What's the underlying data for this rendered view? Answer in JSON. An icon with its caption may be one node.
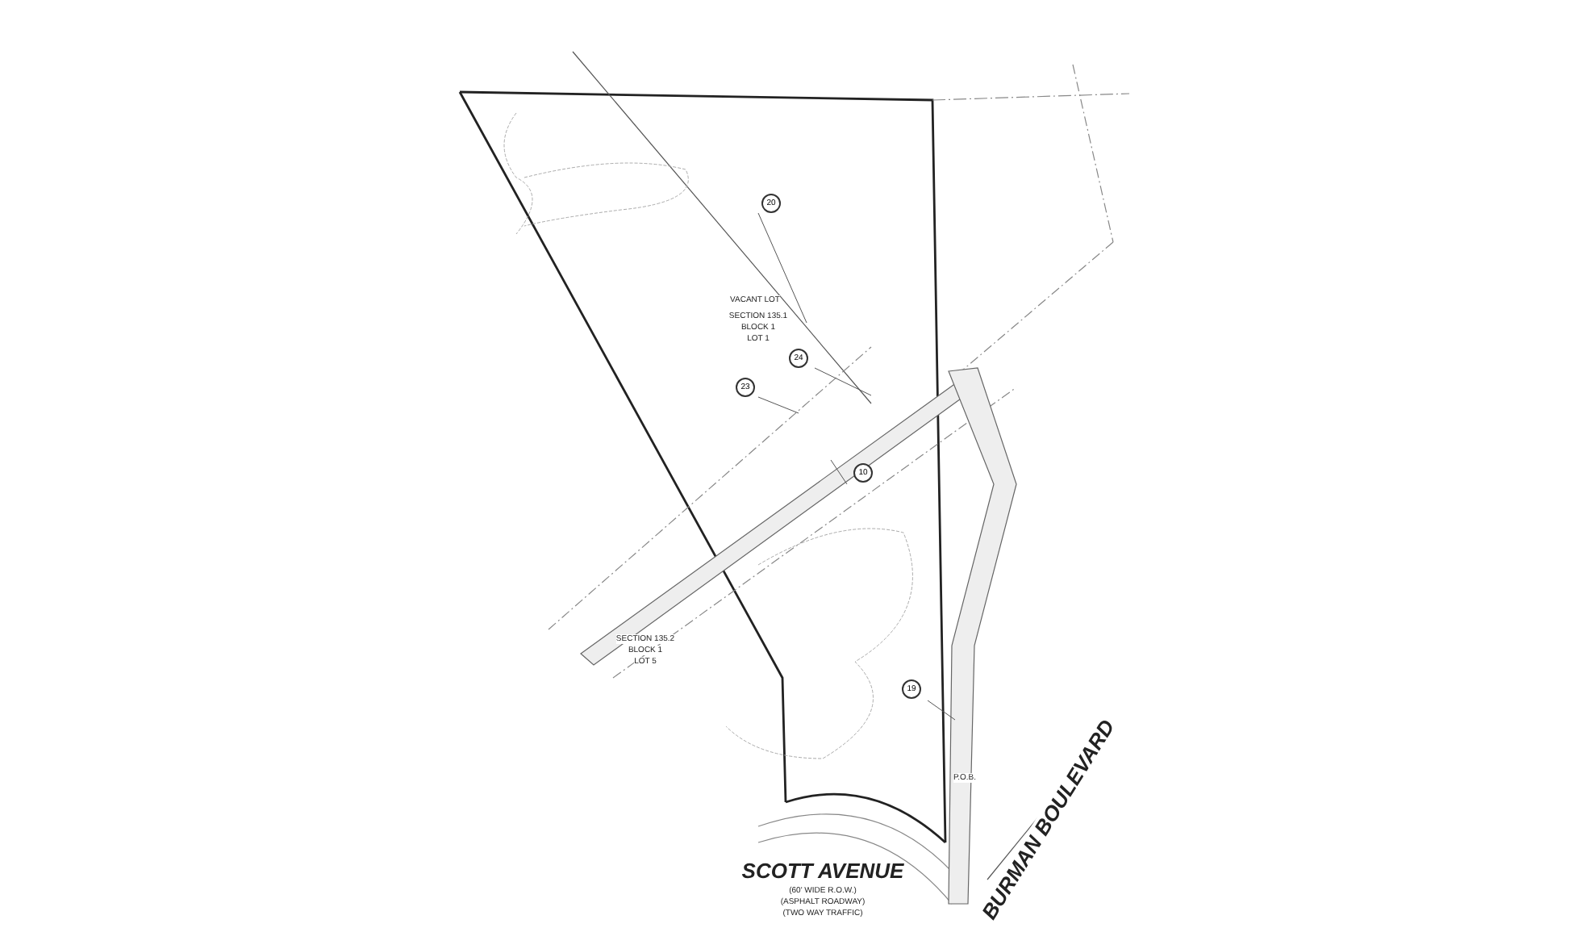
{
  "diagram": {
    "labels": [
      "20",
      "VACANT LOT",
      "SECTION 135.1",
      "BLOCK 1",
      "LOT 1",
      "24",
      "23",
      "10",
      "SECTION 135.2",
      "BLOCK 1",
      "LOT 5",
      "19",
      "P.O.B.",
      "SCOTT AVENUE",
      "(60' WIDE R.O.W.)",
      "(ASPHALT ROADWAY)",
      "(TWO WAY TRAFFIC)",
      "BURMAN BOULEVARD"
    ]
  }
}
